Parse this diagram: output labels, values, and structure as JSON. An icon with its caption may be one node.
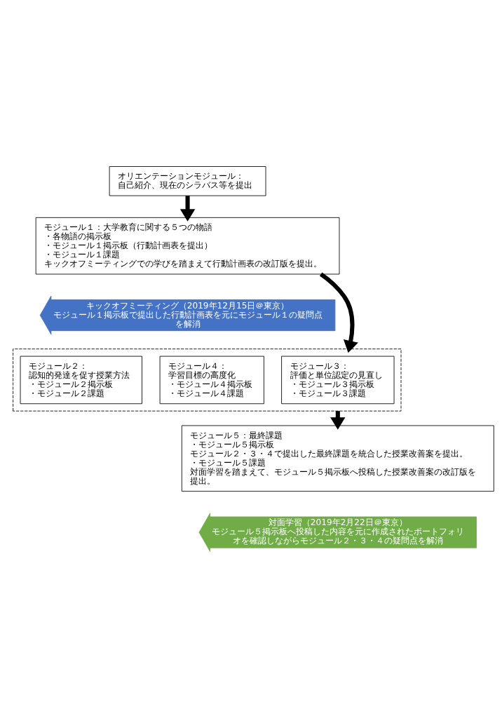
{
  "diagram": {
    "nodes": [
      {
        "text": [
          "オリエンテーションモジュール：",
          "自己紹介、現在のシラバス等を提出"
        ]
      },
      {
        "text": [
          "モジュール１：大学教育に関する５つの物語",
          "・各物語の掲示板",
          "・モジュール１掲示板（行動計画表を提出）",
          "・モジュール１課題",
          "キックオフミーティングでの学びを踏まえて行動計画表の改訂版を提出。"
        ]
      },
      {
        "text": [
          "キックオフミーティング（2019年12月15日＠東京）",
          "モジュール１掲示板で提出した行動計画表を元にモジュール１の疑問点を解消"
        ]
      },
      {
        "text": [],
        "shape": "box"
      },
      {
        "text": [
          "モジュール２：",
          "認知的発達を促す授業方法",
          "・モジュール２掲示板",
          "・モジュール２課題"
        ],
        "in": 3
      },
      {
        "text": [
          "モジュール３：",
          "評価と単位認定の見直し",
          "・モジュール３掲示板",
          "・モジュール３課題"
        ],
        "in": 3
      },
      {
        "text": [
          "モジュール４：",
          "学習目標の高度化",
          "・モジュール４掲示板",
          "・モジュール４課題"
        ],
        "in": 3
      },
      {
        "text": [
          "モジュール５：最終課題",
          "・モジュール５掲示板",
          "モジュール２・３・４で提出した最終課題を統合した授業改善案を提出。",
          "・モジュール５課題",
          "対面学習を踏まえて、モジュール５掲示板へ投稿した授業改善案の改訂版を提出。"
        ]
      },
      {
        "text": [
          "対面学習（2019年2月22日＠東京）",
          "モジュール５掲示板へ投稿した内容を元に作成されたポートフォリオを確認しながらモジュール２・３・４の疑問点を解消"
        ]
      }
    ],
    "edges": [
      {
        "from": 0,
        "to": 1,
        "arrow": "to"
      },
      {
        "from": 1,
        "to": 3,
        "arrow": "to"
      },
      {
        "from": 3,
        "to": 7,
        "arrow": "to"
      }
    ]
  }
}
